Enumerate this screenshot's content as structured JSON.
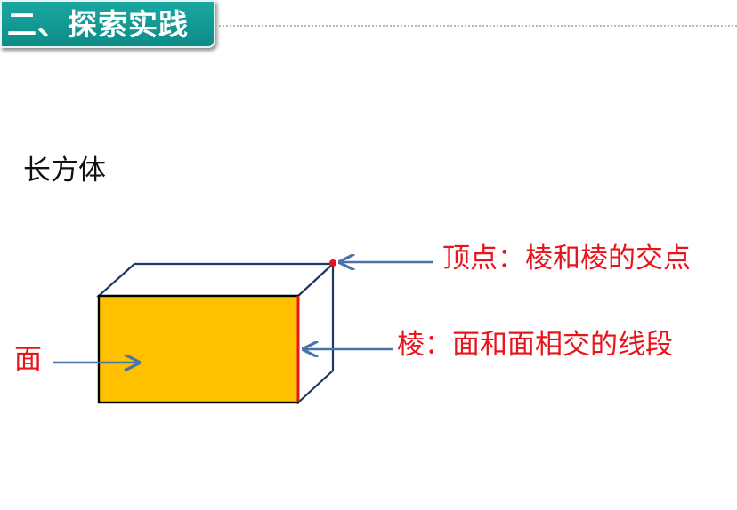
{
  "header": {
    "title": "二、探索实践"
  },
  "content": {
    "solid_name": "长方体",
    "labels": {
      "face": "面",
      "vertex": "顶点：棱和棱的交点",
      "edge": "棱：面和面相交的线段"
    }
  },
  "colors": {
    "header_bg": "#0d8c87",
    "front_face": "#ffc000",
    "cuboid_outline": "#1f3864",
    "arrows": "#4a74a8",
    "highlight": "#e8141c"
  }
}
